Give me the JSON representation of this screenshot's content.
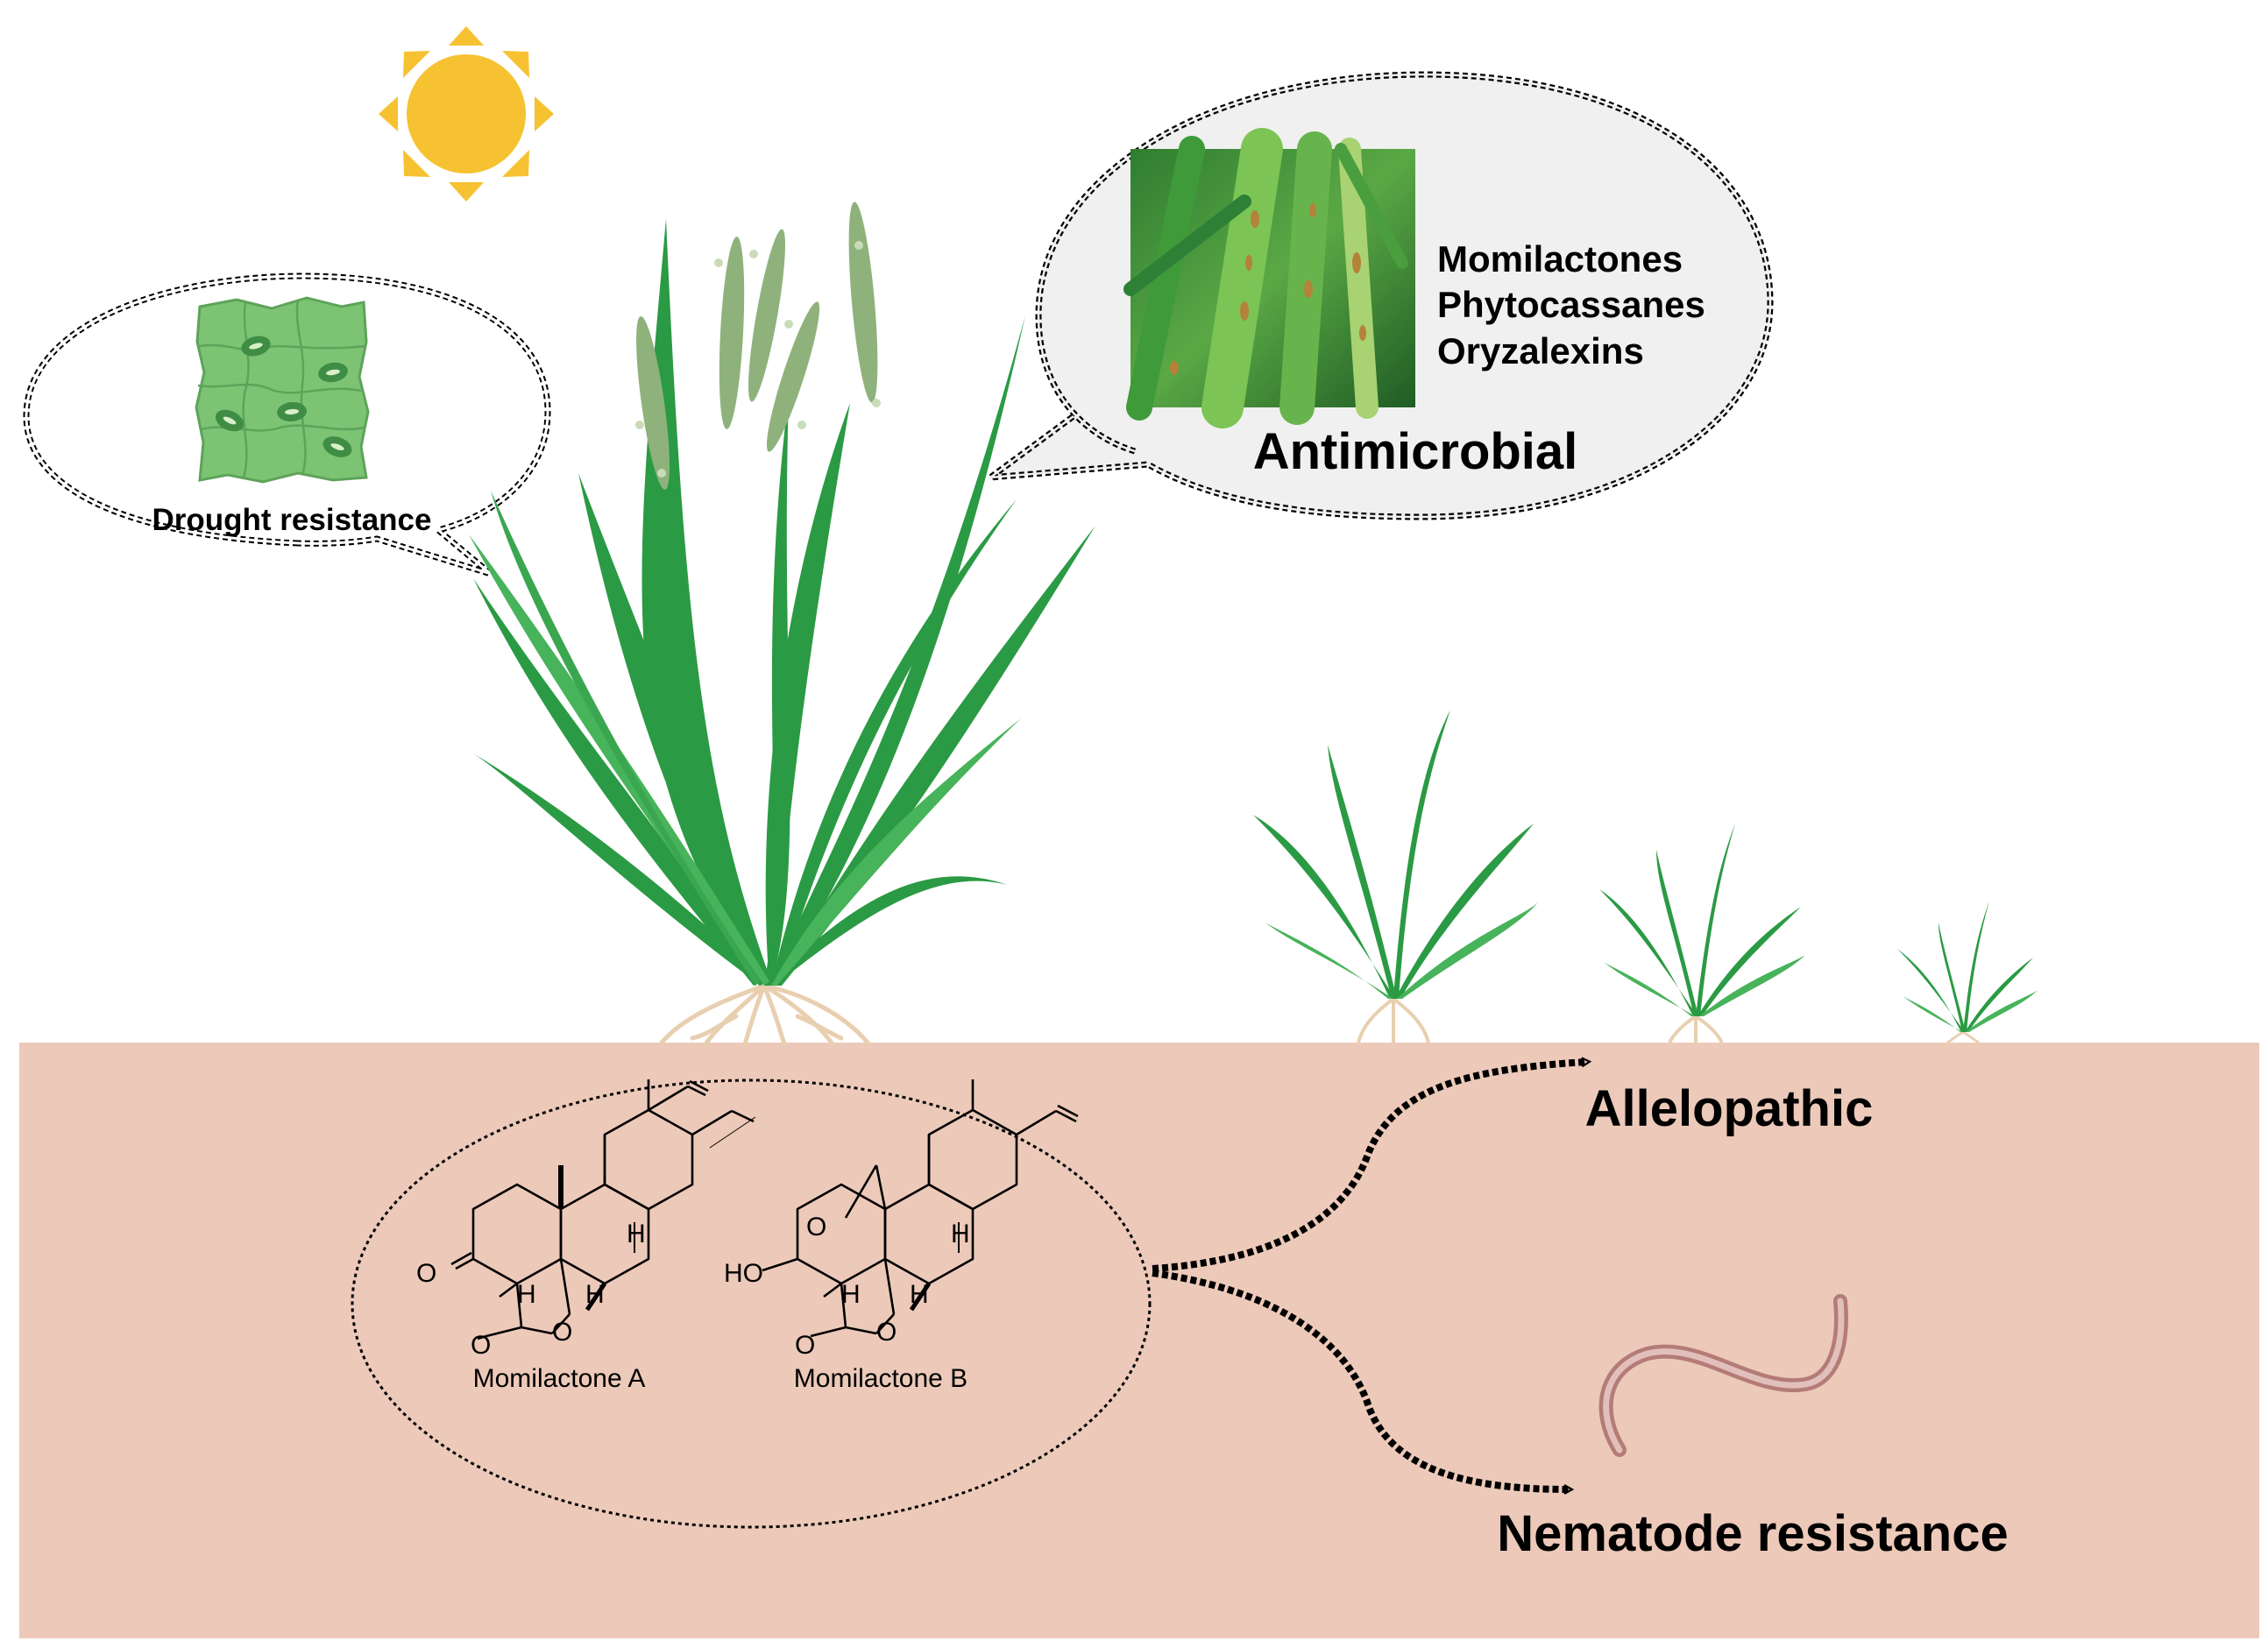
{
  "labels": {
    "drought": "Drought resistance",
    "antimicrobial": "Antimicrobial",
    "allelopathic": "Allelopathic",
    "nematode": "Nematode resistance"
  },
  "compounds": [
    "Momilactones",
    "Phytocassanes",
    "Oryzalexins"
  ],
  "molecules": {
    "a_name": "Momilactone A",
    "b_name": "Momilactone B",
    "atom_h": "H",
    "atom_o": "O",
    "atom_ho": "HO"
  },
  "colors": {
    "soil": "#ecc9b9",
    "sun": "#f6c232",
    "leaf": "#2b9a44",
    "leaf_light": "#47b35a",
    "root": "#e8cfb0",
    "cells": "#7cc474",
    "worm": "#c99b95"
  },
  "icons": [
    "sun-icon",
    "leaf-cells-icon",
    "rice-plant-icon",
    "seedling-icon",
    "infected-leaf-photo",
    "nematode-icon"
  ]
}
